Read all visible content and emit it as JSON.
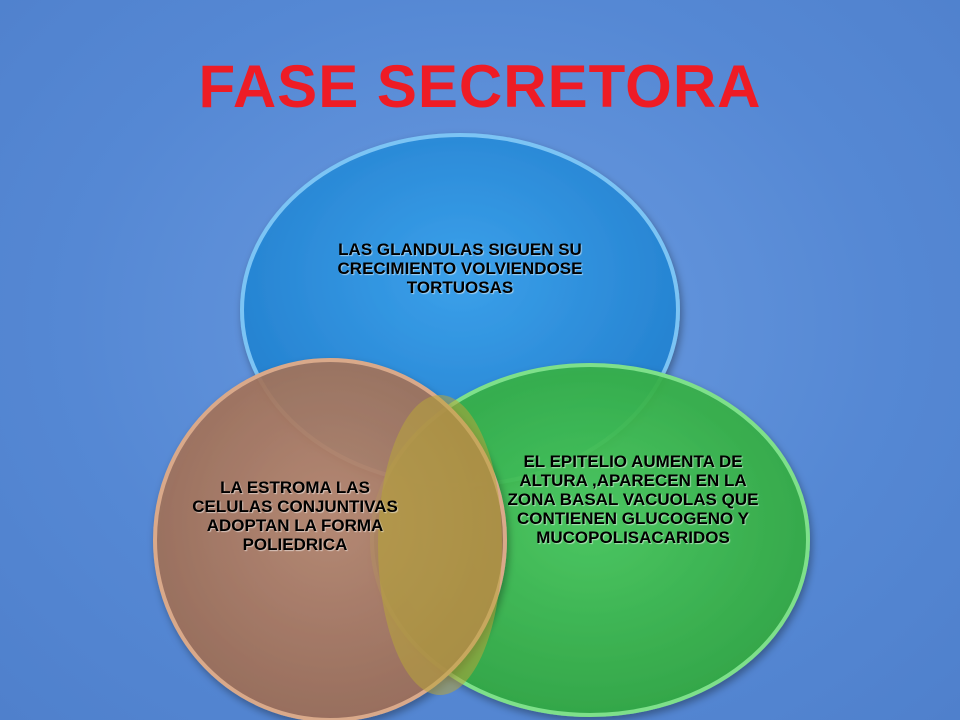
{
  "slide": {
    "title": "FASE SECRETORA",
    "title_color": "#ee1c25",
    "background_color": "#5b8ed6"
  },
  "diagram": {
    "type": "venn",
    "circles": [
      {
        "id": "top",
        "color": "#2f8ed8",
        "text": "LAS GLANDULAS  SIGUEN SU CRECIMIENTO VOLVIENDOSE TORTUOSAS"
      },
      {
        "id": "right",
        "color": "#3cb54a",
        "text": "EL EPITELIO AUMENTA DE ALTURA ,APARECEN EN LA ZONA BASAL VACUOLAS QUE CONTIENEN GLUCOGENO  Y MUCOPOLISACARIDOS"
      },
      {
        "id": "left",
        "color": "#b07a5e",
        "text": "LA ESTROMA  LAS CELULAS CONJUNTIVAS ADOPTAN LA FORMA POLIEDRICA"
      }
    ]
  }
}
